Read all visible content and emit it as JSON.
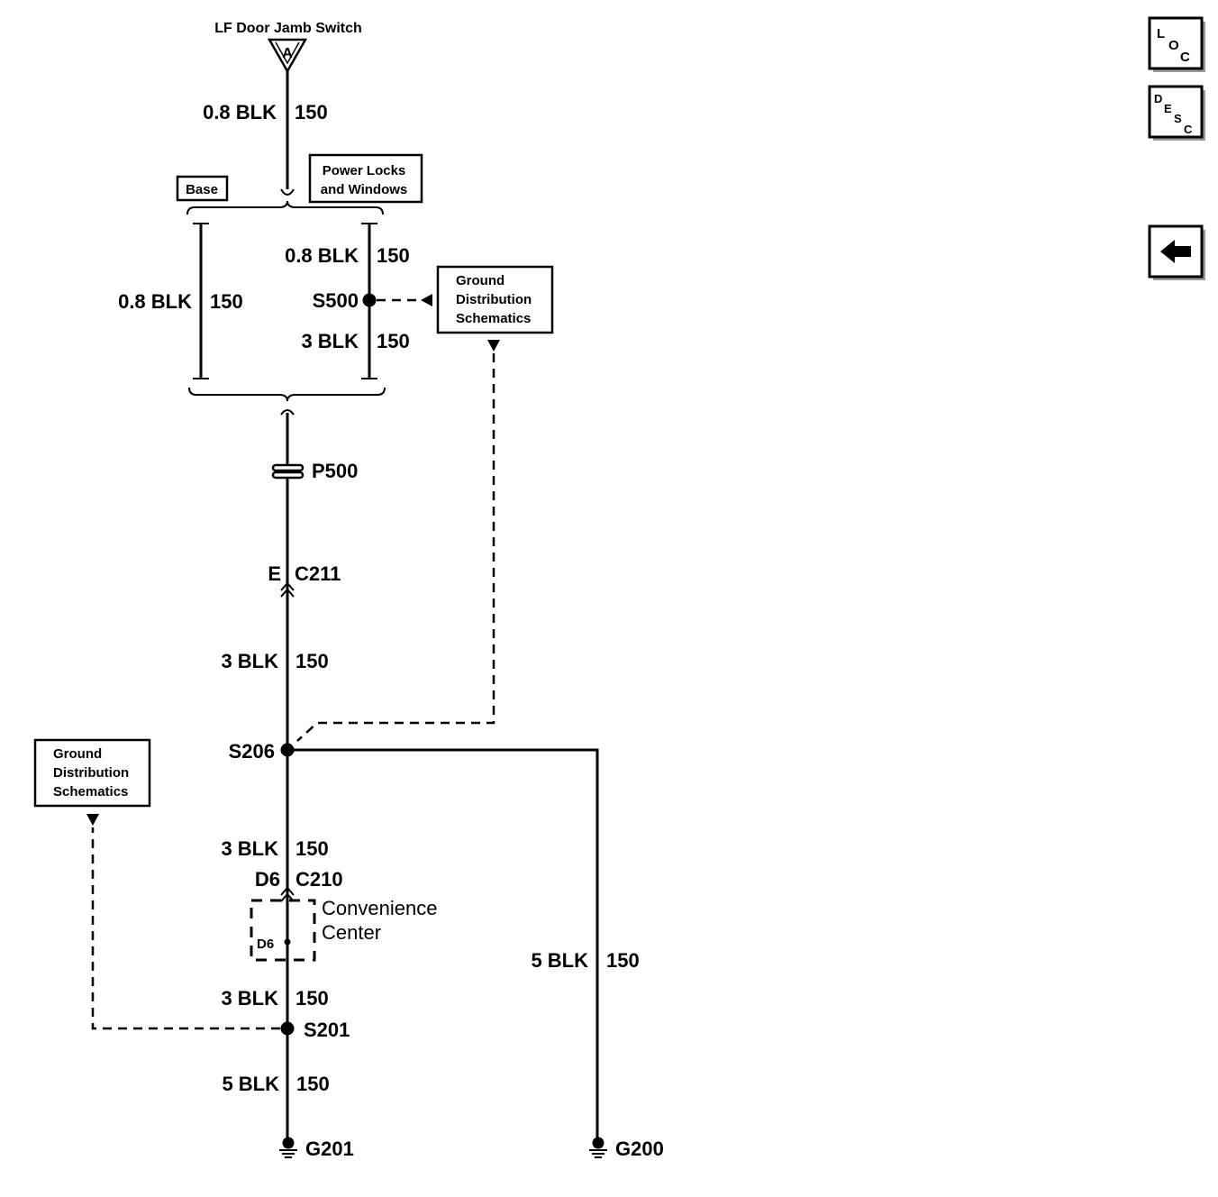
{
  "header": {
    "title": "LF Door Jamb Switch",
    "terminal": "A"
  },
  "options": {
    "base": "Base",
    "power_line1": "Power Locks",
    "power_line2": "and Windows"
  },
  "wires": {
    "top": {
      "size_color": "0.8 BLK",
      "circuit": "150"
    },
    "base_branch": {
      "size_color": "0.8 BLK",
      "circuit": "150"
    },
    "power_upper": {
      "size_color": "0.8 BLK",
      "circuit": "150"
    },
    "power_lower": {
      "size_color": "3 BLK",
      "circuit": "150"
    },
    "c211_s206": {
      "size_color": "3 BLK",
      "circuit": "150"
    },
    "s206_c210": {
      "size_color": "3 BLK",
      "circuit": "150"
    },
    "conv_s201": {
      "size_color": "3 BLK",
      "circuit": "150"
    },
    "s201_g201": {
      "size_color": "5 BLK",
      "circuit": "150"
    },
    "s206_g200": {
      "size_color": "5 BLK",
      "circuit": "150"
    }
  },
  "splices": {
    "s500": "S500",
    "s206": "S206",
    "s201": "S201"
  },
  "connectors": {
    "p500": "P500",
    "c211": {
      "pin": "E",
      "name": "C211"
    },
    "c210": {
      "pin": "D6",
      "name": "C210"
    }
  },
  "convenience_center": {
    "line1": "Convenience",
    "line2": "Center",
    "pin": "D6"
  },
  "grounds": {
    "g201": "G201",
    "g200": "G200"
  },
  "refs": {
    "ground_dist_1": {
      "line1": "Ground",
      "line2": "Distribution",
      "line3": "Schematics"
    },
    "ground_dist_2": {
      "line1": "Ground",
      "line2": "Distribution",
      "line3": "Schematics"
    }
  },
  "nav": {
    "loc": {
      "l1": "L",
      "l2": "O",
      "l3": "C"
    },
    "desc": {
      "l1": "D",
      "l2": "E",
      "l3": "S",
      "l4": "C"
    },
    "back_icon": "left-arrow-icon"
  }
}
